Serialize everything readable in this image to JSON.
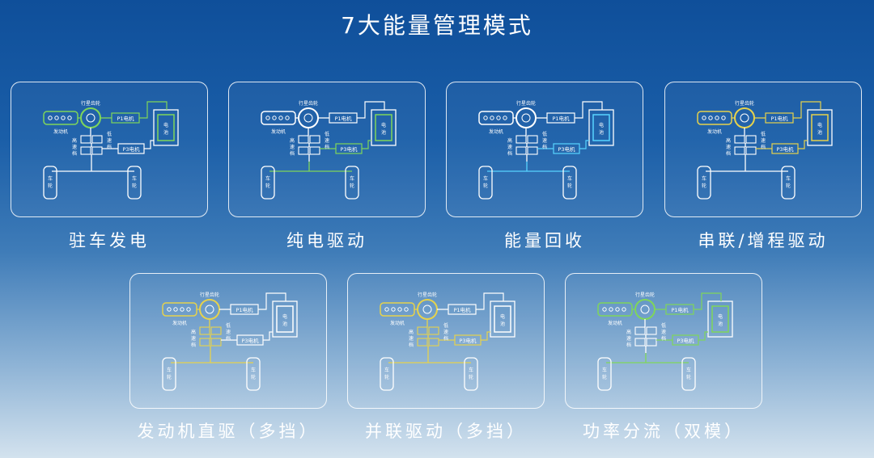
{
  "title": "7大能量管理模式",
  "parts": {
    "engine": "发动机",
    "gear": "行星齿轮",
    "p1": "P1电机",
    "p3": "P3电机",
    "battery": "电池",
    "wheel": "车轮",
    "high": "高速档",
    "low": "低速档"
  },
  "colors": {
    "white": "#ffffff",
    "green": "#7fd65a",
    "cyan": "#58d4ff",
    "yellow": "#e6d24c"
  },
  "modes": [
    {
      "label": "驻车发电"
    },
    {
      "label": "纯电驱动"
    },
    {
      "label": "能量回收"
    },
    {
      "label": "串联/增程驱动"
    },
    {
      "label": "发动机直驱（多挡）"
    },
    {
      "label": "并联驱动（多挡）"
    },
    {
      "label": "功率分流（双模）"
    }
  ]
}
